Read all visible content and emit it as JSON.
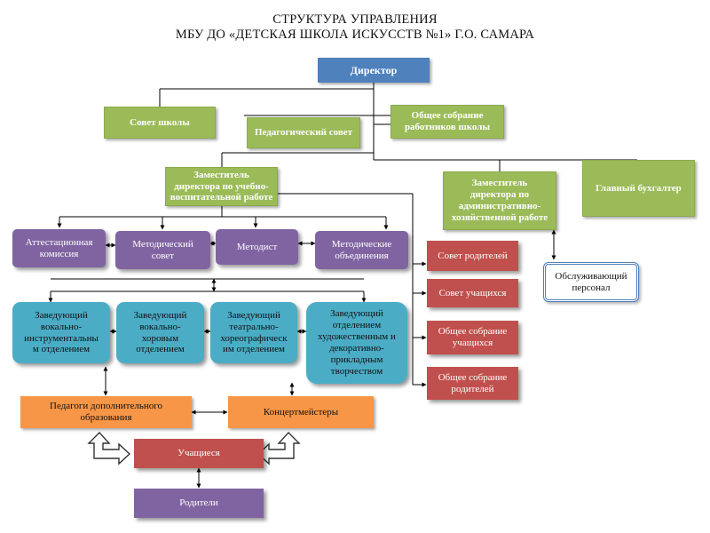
{
  "header": {
    "title_line1": "СТРУКТУРА УПРАВЛЕНИЯ",
    "title_line2": "МБУ ДО «ДЕТСКАЯ ШКОЛА ИСКУССТВ №1» Г.О. САМАРА"
  },
  "nodes": {
    "director": "Директор",
    "school_council": "Совет школы",
    "pedagogical_council": "Педагогический совет",
    "general_meeting_staff": "Общее собрание работников школы",
    "deputy_educational": "Заместитель директора по учебно-воспитательной работе",
    "deputy_administrative": "Заместитель директора по административно-хозяйственной работе",
    "chief_accountant": "Главный бухгалтер",
    "attestation_commission": "Аттестационная комиссия",
    "methodical_council": "Методический совет",
    "methodist": "Методист",
    "methodical_associations": "Методические объединения",
    "parents_council": "Совет родителей",
    "students_council": "Совет учащихся",
    "general_meeting_students": "Общее собрание учащихся",
    "general_meeting_parents": "Общее собрание родителей",
    "service_staff": "Обслуживающий персонал",
    "head_vocal_instrumental": "Заведующий вокально-инструментальным отделением",
    "head_vocal_choral": "Заведующий вокально-хоровым отделением",
    "head_theatre_choreo": "Заведующий театрально-хореографическим отделением",
    "head_art": "Заведующий отделением художественным и декоративно-прикладным творчеством",
    "additional_teachers": "Педагоги дополнительного образования",
    "accompanists": "Концертмейстеры",
    "students": "Учащиеся",
    "parents": "Родители"
  },
  "display": {
    "deputy_educational": "Заместитель\nдиректора по учебно-\nвоспитательной работе",
    "deputy_administrative": "Заместитель\nдиректора по\nадминистративно-\nхозяйственной работе",
    "general_meeting_staff": "Общее собрание\nработников школы",
    "attestation_commission": "Аттестационная\nкомиссия",
    "methodical_council": "Методический\nсовет",
    "methodical_associations": "Методические\nобъединения",
    "general_meeting_students": "Общее собрание\nучащихся",
    "general_meeting_parents": "Общее собрание\nродителей",
    "service_staff": "Обслуживающий\nперсонал",
    "head_vocal_instrumental": "Заведующий\nвокально-\nинструментальны\nм отделением",
    "head_vocal_choral": "Заведующий\nвокально-\nхоровым\nотделением",
    "head_theatre_choreo": "Заведующий\nтеатрально-\nхореографическ\nим отделением",
    "head_art": "Заведующий\nотделением\nхудожественным и\nдекоративно-\nприкладным\nтворчеством",
    "additional_teachers": "Педагоги дополнительного\nобразования"
  },
  "colors": {
    "director": "#4f81bd",
    "councils": "#9bbb59",
    "methodical": "#8064a2",
    "department_heads": "#4bacc6",
    "student_parent_bodies": "#c0504d",
    "teaching_staff": "#f79646",
    "service_border": "#4f81bd",
    "connector": "#000000"
  }
}
